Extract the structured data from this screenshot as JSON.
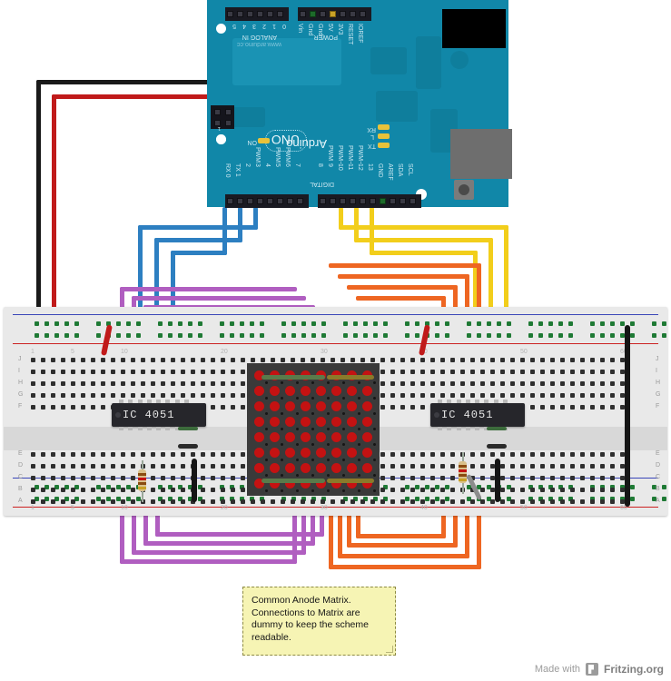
{
  "board": {
    "name": "Arduino",
    "model": "UNO",
    "url": "www.arduino.cc",
    "on_label": "ON",
    "led_labels": [
      "L",
      "TX",
      "RX"
    ],
    "icsp_label": "1",
    "headers": {
      "analog": {
        "title": "ANALOG IN",
        "pins": [
          "5",
          "4",
          "3",
          "2",
          "1",
          "0"
        ]
      },
      "power": {
        "title": "POWER",
        "pins": [
          "Vin",
          "Gnd",
          "Gnd",
          "5V",
          "3V3",
          "RESET",
          "IOREF"
        ]
      },
      "digital": {
        "title": "DIGITAL",
        "left_pins": [
          "RX 0",
          "TX 1",
          "2",
          "3",
          "4",
          "5",
          "6",
          "7"
        ],
        "left_pwm": [
          "",
          "",
          "",
          "PWM",
          "",
          "PWM",
          "PWM",
          ""
        ],
        "right_pins": [
          "8",
          "9",
          "10",
          "11",
          "12",
          "13",
          "GND",
          "AREF",
          "SDA",
          "SCL"
        ],
        "right_pwm": [
          "",
          "PWM",
          "PWM~",
          "PWM~",
          "PWM~",
          "",
          "",
          "",
          "",
          ""
        ]
      }
    },
    "connectors": {
      "barrel_jack": "barrel-power-jack",
      "usb": "usb-type-b-connector",
      "reset_button": "reset-button"
    }
  },
  "breadboard": {
    "row_labels_top": [
      "J",
      "I",
      "H",
      "G",
      "F"
    ],
    "row_labels_bottom": [
      "E",
      "D",
      "C",
      "B",
      "A"
    ],
    "column_markers": [
      "1",
      "5",
      "10",
      "20",
      "30",
      "40",
      "50",
      "60"
    ],
    "rail_positive_color": "#cc2222",
    "rail_negative_color": "#3a46b8"
  },
  "components": {
    "ic_left": {
      "label": "IC 4051",
      "name": "cd4051-multiplexer-left"
    },
    "ic_right": {
      "label": "IC 4051",
      "name": "cd4051-multiplexer-right"
    },
    "matrix": {
      "name": "led-matrix-8x8",
      "rows": 8,
      "cols": 8,
      "led_color": "#c41212"
    },
    "resistor_left": {
      "name": "resistor-left",
      "bands": [
        "#8a4b10",
        "#c41212",
        "#8a4b10",
        "#c9a227"
      ]
    },
    "resistor_right": {
      "name": "resistor-right",
      "bands": [
        "#8a4b10",
        "#c41212",
        "#8a4b10",
        "#c9a227"
      ]
    }
  },
  "wire_colors": {
    "black": "#1a1a1a",
    "red": "#c01a1a",
    "blue": "#2d7fc1",
    "yellow": "#f2ce1b",
    "purple": "#b05ec0",
    "orange": "#ee6622",
    "green": "#2f8f4f",
    "gray": "#8c8c8c"
  },
  "note": {
    "line1": "Common Anode Matrix.",
    "line2": "Connections to Matrix are",
    "line3": "dummy to keep the scheme",
    "line4": "readable."
  },
  "footer": {
    "made_with": "Made with",
    "brand": "Fritzing.org"
  }
}
